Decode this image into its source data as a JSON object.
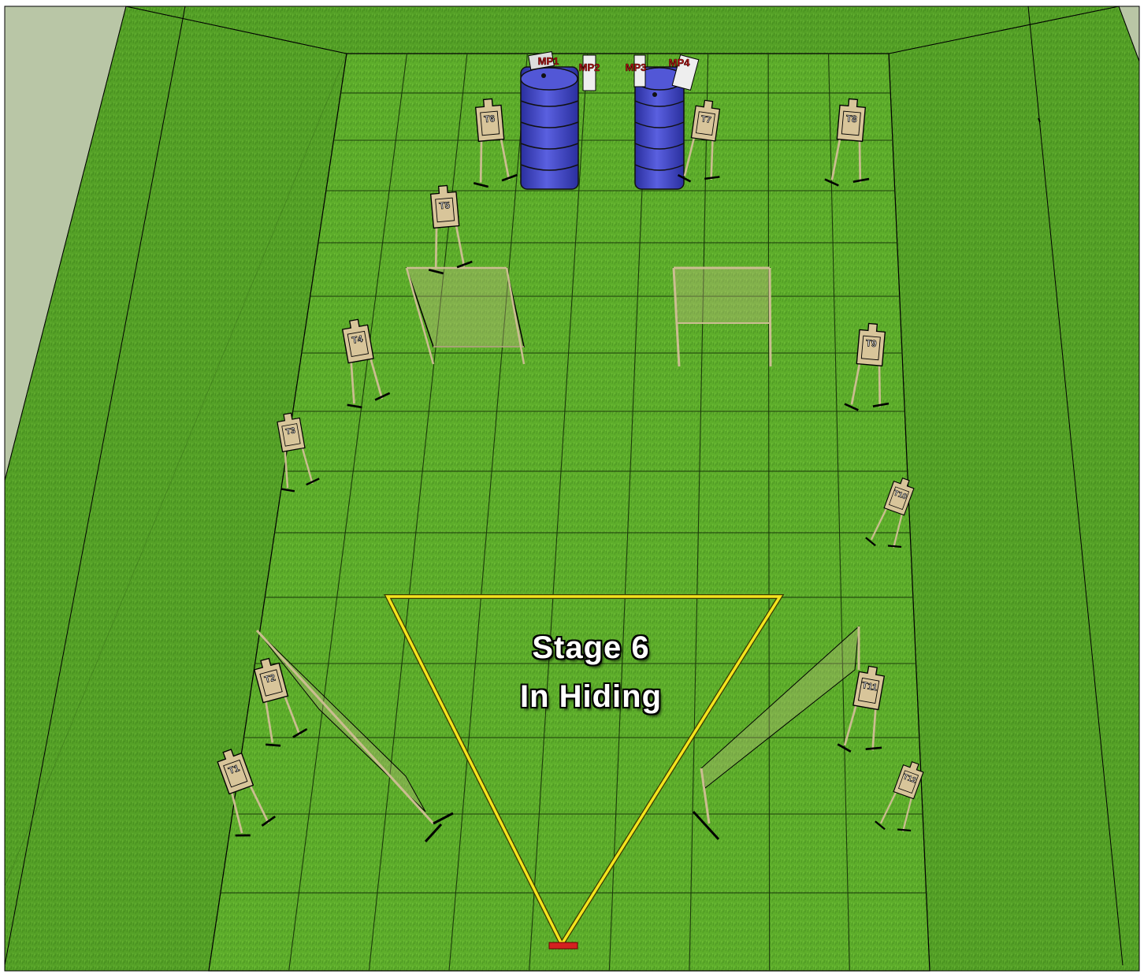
{
  "stage": {
    "line1": "Stage 6",
    "line2": "In Hiding"
  },
  "targets": [
    {
      "id": "T1",
      "label": "T1"
    },
    {
      "id": "T2",
      "label": "T2"
    },
    {
      "id": "T3",
      "label": "T3"
    },
    {
      "id": "T4",
      "label": "T4"
    },
    {
      "id": "T5",
      "label": "T5"
    },
    {
      "id": "T6",
      "label": "T6"
    },
    {
      "id": "T7",
      "label": "T7"
    },
    {
      "id": "T8",
      "label": "T8"
    },
    {
      "id": "T9",
      "label": "T9"
    },
    {
      "id": "T10",
      "label": "T10"
    },
    {
      "id": "T11",
      "label": "T11"
    },
    {
      "id": "T12",
      "label": "T12"
    }
  ],
  "poppers": [
    "MP1",
    "MP2",
    "MP3",
    "MP4"
  ],
  "colors": {
    "grass": "#5fae2c",
    "grass_dark": "#4c9623",
    "fault_line": "#f2e21c",
    "start_marker": "#d42020",
    "barrel": "#3f44c4",
    "target": "#d8c59a",
    "berm_side": "#b7c4a4"
  }
}
